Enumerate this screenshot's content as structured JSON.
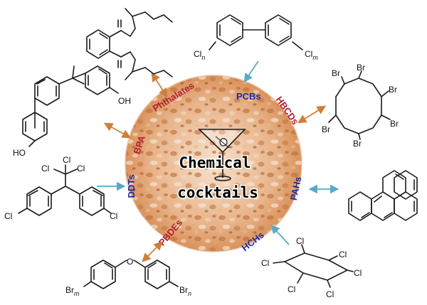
{
  "center": {
    "title_line1": "Chemical",
    "title_line2": "cocktails"
  },
  "categories": [
    {
      "key": "pcbs",
      "label": "PCBs",
      "color": "#1e2aa0"
    },
    {
      "key": "phthalates",
      "label": "Phthalates",
      "color": "#b31e2e"
    },
    {
      "key": "hbcds",
      "label": "HBCDs",
      "color": "#b31e2e"
    },
    {
      "key": "bpa",
      "label": "BPA",
      "color": "#b31e2e"
    },
    {
      "key": "ddts",
      "label": "DDTs",
      "color": "#1e2aa0"
    },
    {
      "key": "pahs",
      "label": "PAHs",
      "color": "#1e2aa0"
    },
    {
      "key": "pbdes",
      "label": "PBDEs",
      "color": "#b31e2e"
    },
    {
      "key": "hchs",
      "label": "HCHs",
      "color": "#1e2aa0"
    }
  ],
  "atoms": {
    "pcb_cl_n_base": "Cl",
    "pcb_cl_n_sub": "n",
    "pcb_cl_m_base": "Cl",
    "pcb_cl_m_sub": "m",
    "bpa_oh": "OH",
    "bpa_ho": "HO",
    "ddt_cl1": "Cl",
    "ddt_cl2": "Cl",
    "ddt_cl3": "Cl",
    "ddt_cl4": "Cl",
    "ddt_cl5": "Cl",
    "pbde_o": "O",
    "pbde_br_m_base": "Br",
    "pbde_br_m_sub": "m",
    "pbde_br_n_base": "Br",
    "pbde_br_n_sub": "n",
    "hbcd_br1": "Br",
    "hbcd_br2": "Br",
    "hbcd_br3": "Br",
    "hbcd_br4": "Br",
    "hbcd_br5": "Br",
    "hbcd_br6": "Br",
    "hch_cl1": "Cl",
    "hch_cl2": "Cl",
    "hch_cl3": "Cl",
    "hch_cl4": "Cl",
    "hch_cl5": "Cl",
    "hch_cl6": "Cl"
  },
  "colors": {
    "blue_arrow": "#5aa9c9",
    "orange_arrow": "#cf7f3a",
    "disc_base": "#d99a66"
  }
}
